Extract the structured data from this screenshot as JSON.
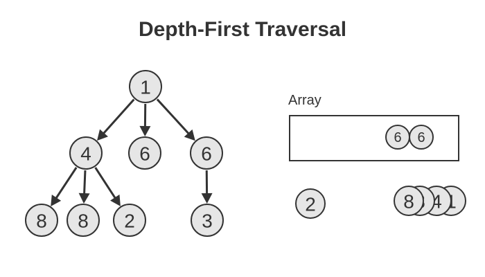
{
  "title": "Depth-First Traversal",
  "array_label": "Array",
  "colors": {
    "node_fill": "#e6e6e6",
    "stroke": "#333333",
    "background": "#ffffff"
  },
  "tree": {
    "nodes": [
      {
        "id": "root",
        "label": "1"
      },
      {
        "id": "a",
        "label": "4"
      },
      {
        "id": "b",
        "label": "6"
      },
      {
        "id": "c",
        "label": "6"
      },
      {
        "id": "a1",
        "label": "8"
      },
      {
        "id": "a2",
        "label": "8"
      },
      {
        "id": "a3",
        "label": "2"
      },
      {
        "id": "c1",
        "label": "3"
      }
    ],
    "edges": [
      [
        "root",
        "a"
      ],
      [
        "root",
        "b"
      ],
      [
        "root",
        "c"
      ],
      [
        "a",
        "a1"
      ],
      [
        "a",
        "a2"
      ],
      [
        "a",
        "a3"
      ],
      [
        "c",
        "c1"
      ]
    ]
  },
  "array_items": [
    "6",
    "6"
  ],
  "pending_single": "2",
  "stack_items": [
    "8",
    "8",
    "4",
    "1"
  ]
}
